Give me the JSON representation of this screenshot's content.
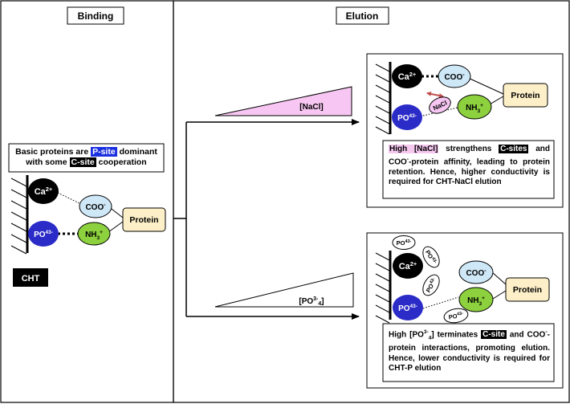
{
  "headers": {
    "binding": "Binding",
    "elution": "Elution"
  },
  "binding": {
    "caption_part1": "Basic proteins are ",
    "caption_psite": "P-site",
    "caption_part2": " dominant",
    "caption_part3": "with some ",
    "caption_csite": "C-site",
    "caption_part4": " cooperation",
    "resin_label": "CHT"
  },
  "species": {
    "ca": "Ca",
    "ca_sup": "2+",
    "po4": "PO",
    "po4_sub": "4",
    "po4_sup": "3-",
    "coo": "COO",
    "coo_sup": "-",
    "nh3": "NH",
    "nh3_sub": "3",
    "nh3_sup": "+",
    "protein": "Protein",
    "nacl": "NaCl"
  },
  "elution_nacl": {
    "gradient_label": "[NaCl]",
    "desc_hl": "High [NaCl]",
    "desc_part1": " strengthens ",
    "desc_csites": "C-sites",
    "desc_part2": " and COO",
    "desc_sup": "-",
    "desc_part3": "-protein affinity, leading to protein retention. Hence, higher conductivity is required for CHT-NaCl elution"
  },
  "elution_po4": {
    "gradient_label_pre": "[PO",
    "gradient_label_sup": "3-",
    "gradient_label_sub": "4",
    "gradient_label_post": "]",
    "desc_part1": "High [PO",
    "desc_sup": "3-",
    "desc_sub": "4",
    "desc_part2": "] terminates ",
    "desc_csite": "C-site",
    "desc_part3": " and COO",
    "desc_sup2": "-",
    "desc_part4": "-protein interactions, promoting elution. Hence, lower conductivity is required for CHT-P elution"
  },
  "colors": {
    "ca_fill": "#000000",
    "po4_fill": "#2b2bc8",
    "coo_fill": "#cfe8f7",
    "nh3_fill": "#8dd13e",
    "protein_fill": "#fdf0c8",
    "gradient_nacl": "#f7c6f2",
    "psite_highlight": "#1a2fe0"
  }
}
